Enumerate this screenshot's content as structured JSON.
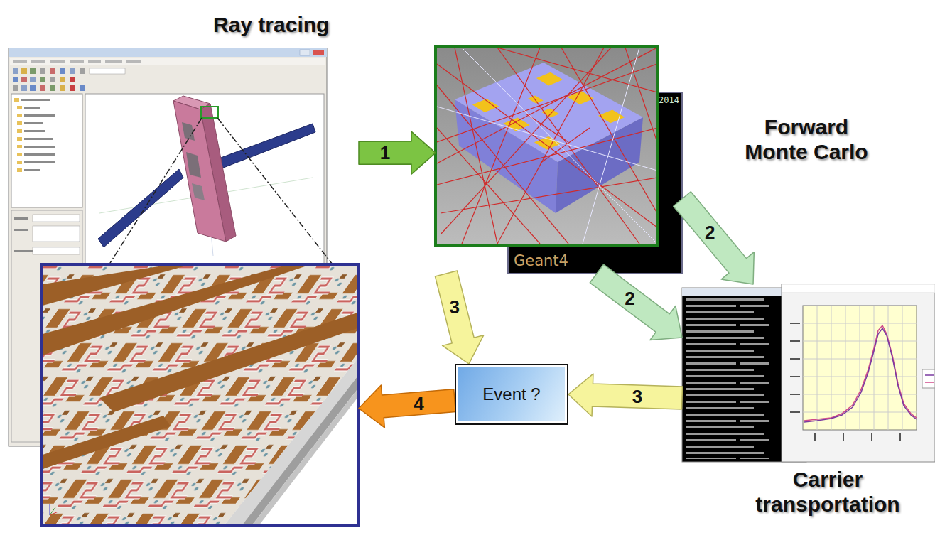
{
  "diagram": {
    "nodes": [
      {
        "text": [
          "Ray tracing"
        ]
      },
      {
        "text": [
          "Forward Monte Carlo",
          "Geant4"
        ]
      },
      {
        "text": [
          "Carrier transportation"
        ]
      },
      {
        "text": [
          "Event ?"
        ]
      }
    ],
    "edges": [
      {
        "from": 0,
        "to": 1,
        "label": "1",
        "arrow": "to"
      },
      {
        "from": 1,
        "to": 2,
        "label": "2",
        "arrow": "to"
      },
      {
        "from": 1,
        "to": 3,
        "label": "3",
        "arrow": "to"
      },
      {
        "from": 1,
        "to": 2,
        "label": "2",
        "arrow": "to"
      },
      {
        "from": 2,
        "to": 3,
        "label": "3",
        "arrow": "to"
      },
      {
        "from": 3,
        "to": 0,
        "label": "4",
        "arrow": "to"
      }
    ],
    "labels": [
      "2014"
    ]
  }
}
